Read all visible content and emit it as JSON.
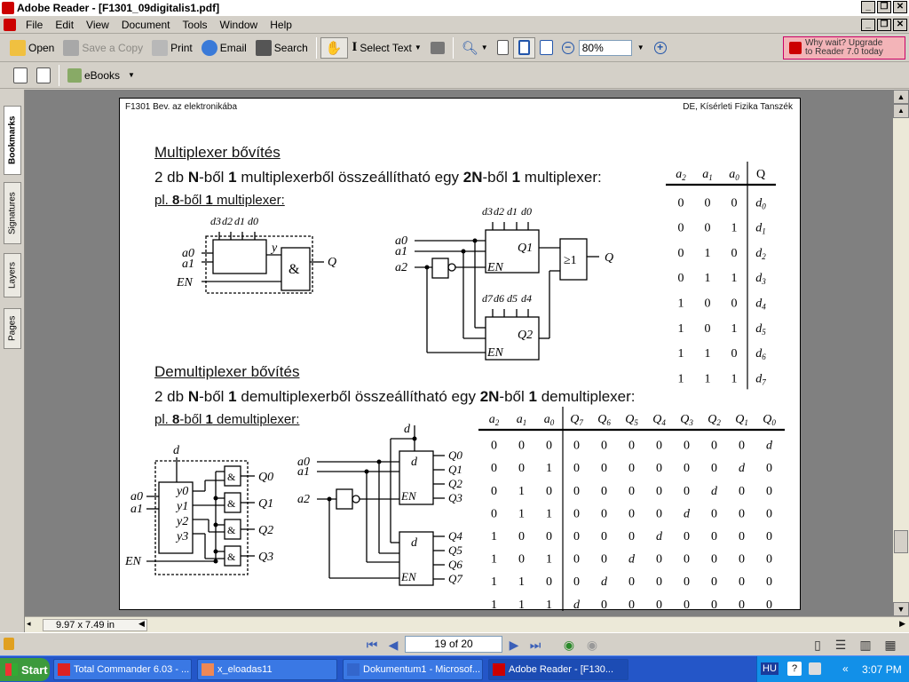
{
  "window": {
    "title": "Adobe Reader - [F1301_09digitalis1.pdf]"
  },
  "menu": [
    "File",
    "Edit",
    "View",
    "Document",
    "Tools",
    "Window",
    "Help"
  ],
  "toolbar": {
    "open": "Open",
    "save_copy": "Save a Copy",
    "print": "Print",
    "email": "Email",
    "search": "Search",
    "select_text": "Select Text",
    "zoom": "80%"
  },
  "upgrade": {
    "line1": "Why wait? Upgrade",
    "line2": "to Reader 7.0 today"
  },
  "toolbar2": {
    "ebooks": "eBooks"
  },
  "navtabs": [
    "Bookmarks",
    "Signatures",
    "Layers",
    "Pages"
  ],
  "doc": {
    "header_left": "F1301 Bev. az elektronikába",
    "header_right": "DE, Kísérleti Fizika Tanszék",
    "mux_title": "Multiplexer bővítés",
    "mux_sub": {
      "p1": "2 db ",
      "b1": "N",
      "p2": "-ből ",
      "b2": "1",
      "p3": " multiplexerből összeállítható egy ",
      "b3": "2N",
      "p4": "-ből ",
      "b5": "1",
      "p5": " multiplexer:"
    },
    "mux_example": {
      "p1": "pl. ",
      "b1": "8",
      "p2": "-ből ",
      "b2": "1",
      "p3": " multiplexer:"
    },
    "demux_title": "Demultiplexer bővítés",
    "demux_sub": {
      "p1": "2 db ",
      "b1": "N",
      "p2": "-ből ",
      "b2": "1",
      "p3": " demultiplexerből összeállítható egy ",
      "b3": "2N",
      "p4": "-ből ",
      "b5": "1",
      "p5": " demultiplexer:"
    },
    "demux_example": {
      "p1": "pl. ",
      "b1": "8",
      "p2": "-ből ",
      "b2": "1",
      "p3": " demultiplexer:"
    },
    "mux_table": {
      "headers": [
        "a2",
        "a1",
        "a0",
        "Q"
      ],
      "rows": [
        [
          "0",
          "0",
          "0",
          "d0"
        ],
        [
          "0",
          "0",
          "1",
          "d1"
        ],
        [
          "0",
          "1",
          "0",
          "d2"
        ],
        [
          "0",
          "1",
          "1",
          "d3"
        ],
        [
          "1",
          "0",
          "0",
          "d4"
        ],
        [
          "1",
          "0",
          "1",
          "d5"
        ],
        [
          "1",
          "1",
          "0",
          "d6"
        ],
        [
          "1",
          "1",
          "1",
          "d7"
        ]
      ]
    },
    "demux_table": {
      "headers": [
        "a2",
        "a1",
        "a0",
        "Q7",
        "Q6",
        "Q5",
        "Q4",
        "Q3",
        "Q2",
        "Q1",
        "Q0"
      ],
      "rows": [
        [
          "0",
          "0",
          "0",
          "0",
          "0",
          "0",
          "0",
          "0",
          "0",
          "0",
          "d"
        ],
        [
          "0",
          "0",
          "1",
          "0",
          "0",
          "0",
          "0",
          "0",
          "0",
          "d",
          "0"
        ],
        [
          "0",
          "1",
          "0",
          "0",
          "0",
          "0",
          "0",
          "0",
          "d",
          "0",
          "0"
        ],
        [
          "0",
          "1",
          "1",
          "0",
          "0",
          "0",
          "0",
          "d",
          "0",
          "0",
          "0"
        ],
        [
          "1",
          "0",
          "0",
          "0",
          "0",
          "0",
          "d",
          "0",
          "0",
          "0",
          "0"
        ],
        [
          "1",
          "0",
          "1",
          "0",
          "0",
          "d",
          "0",
          "0",
          "0",
          "0",
          "0"
        ],
        [
          "1",
          "1",
          "0",
          "0",
          "d",
          "0",
          "0",
          "0",
          "0",
          "0",
          "0"
        ],
        [
          "1",
          "1",
          "1",
          "d",
          "0",
          "0",
          "0",
          "0",
          "0",
          "0",
          "0"
        ]
      ]
    },
    "diagram_labels": {
      "d3": "d3",
      "d2": "d2",
      "d1": "d1",
      "d0": "d0",
      "d7": "d7",
      "d6": "d6",
      "d5": "d5",
      "d4": "d4",
      "a0": "a0",
      "a1": "a1",
      "a2": "a2",
      "en": "EN",
      "y": "y",
      "and": "&",
      "or": "≥1",
      "q": "Q",
      "q1": "Q1",
      "q2": "Q2",
      "d": "d",
      "y0": "y0",
      "y1": "y1",
      "y2": "y2",
      "y3": "y3",
      "Q0": "Q0",
      "Q1": "Q1",
      "Q2": "Q2",
      "Q3": "Q3",
      "Q4": "Q4",
      "Q5": "Q5",
      "Q6": "Q6",
      "Q7": "Q7"
    }
  },
  "statusbar": {
    "page_size": "9.97 x 7.49 in",
    "page_num": "19 of 20"
  },
  "taskbar": {
    "start": "Start",
    "tasks": [
      "Total Commander 6.03 - ...",
      "x_eloadas11",
      "Dokumentum1 - Microsof...",
      "Adobe Reader - [F130..."
    ],
    "lang": "HU",
    "clock": "3:07 PM"
  }
}
